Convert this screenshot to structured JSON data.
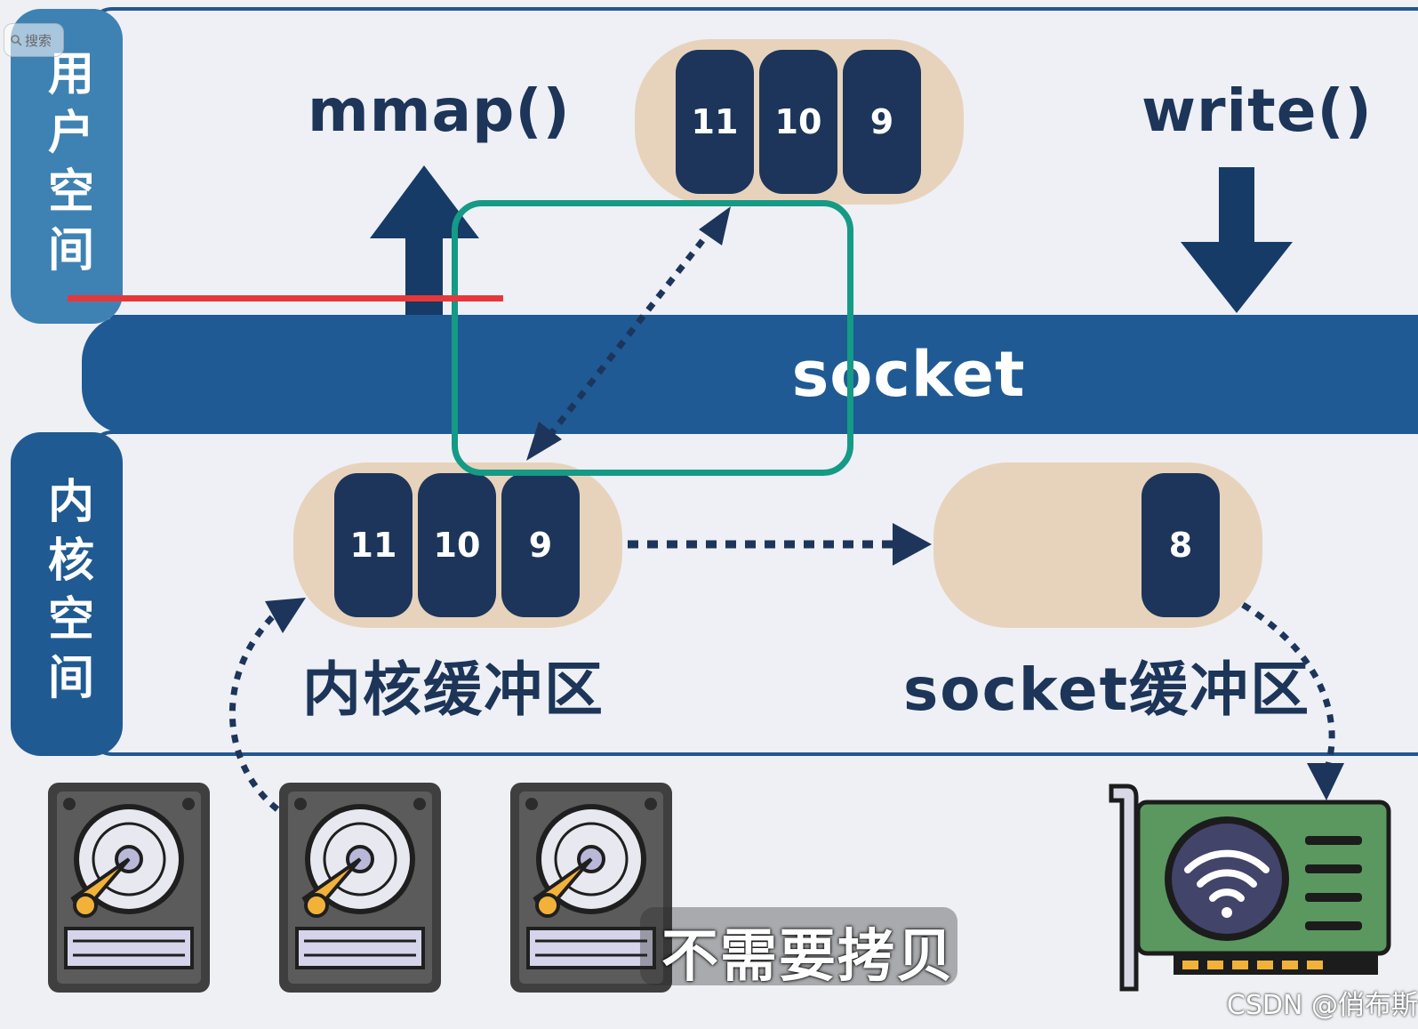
{
  "regions": {
    "user_space_label": "用户空间",
    "kernel_space_label": "内核空间",
    "socket_label": "socket"
  },
  "calls": {
    "mmap": "mmap()",
    "write": "write()"
  },
  "buffers": {
    "user_buffer": {
      "cells": [
        "11",
        "10",
        "9"
      ]
    },
    "kernel_buffer": {
      "label": "内核缓冲区",
      "cells": [
        "11",
        "10",
        "9"
      ]
    },
    "socket_buffer": {
      "label": "socket缓冲区",
      "cells": [
        "8"
      ]
    }
  },
  "overlay": {
    "subtitle": "不需要拷贝",
    "watermark": "CSDN @俏布斯",
    "search_placeholder": "搜索"
  },
  "colors": {
    "navy": "#1d355a",
    "band_border": "#23578f",
    "socket_bar": "#1f5a94",
    "buffer_fill": "#e7d3bc",
    "highlight_box": "#159a86",
    "red_line": "#e8373a",
    "nic_board": "#5a9860"
  },
  "icons": [
    "search-icon",
    "hard-disk-icon",
    "network-card-icon",
    "up-arrow-icon",
    "down-arrow-icon"
  ]
}
